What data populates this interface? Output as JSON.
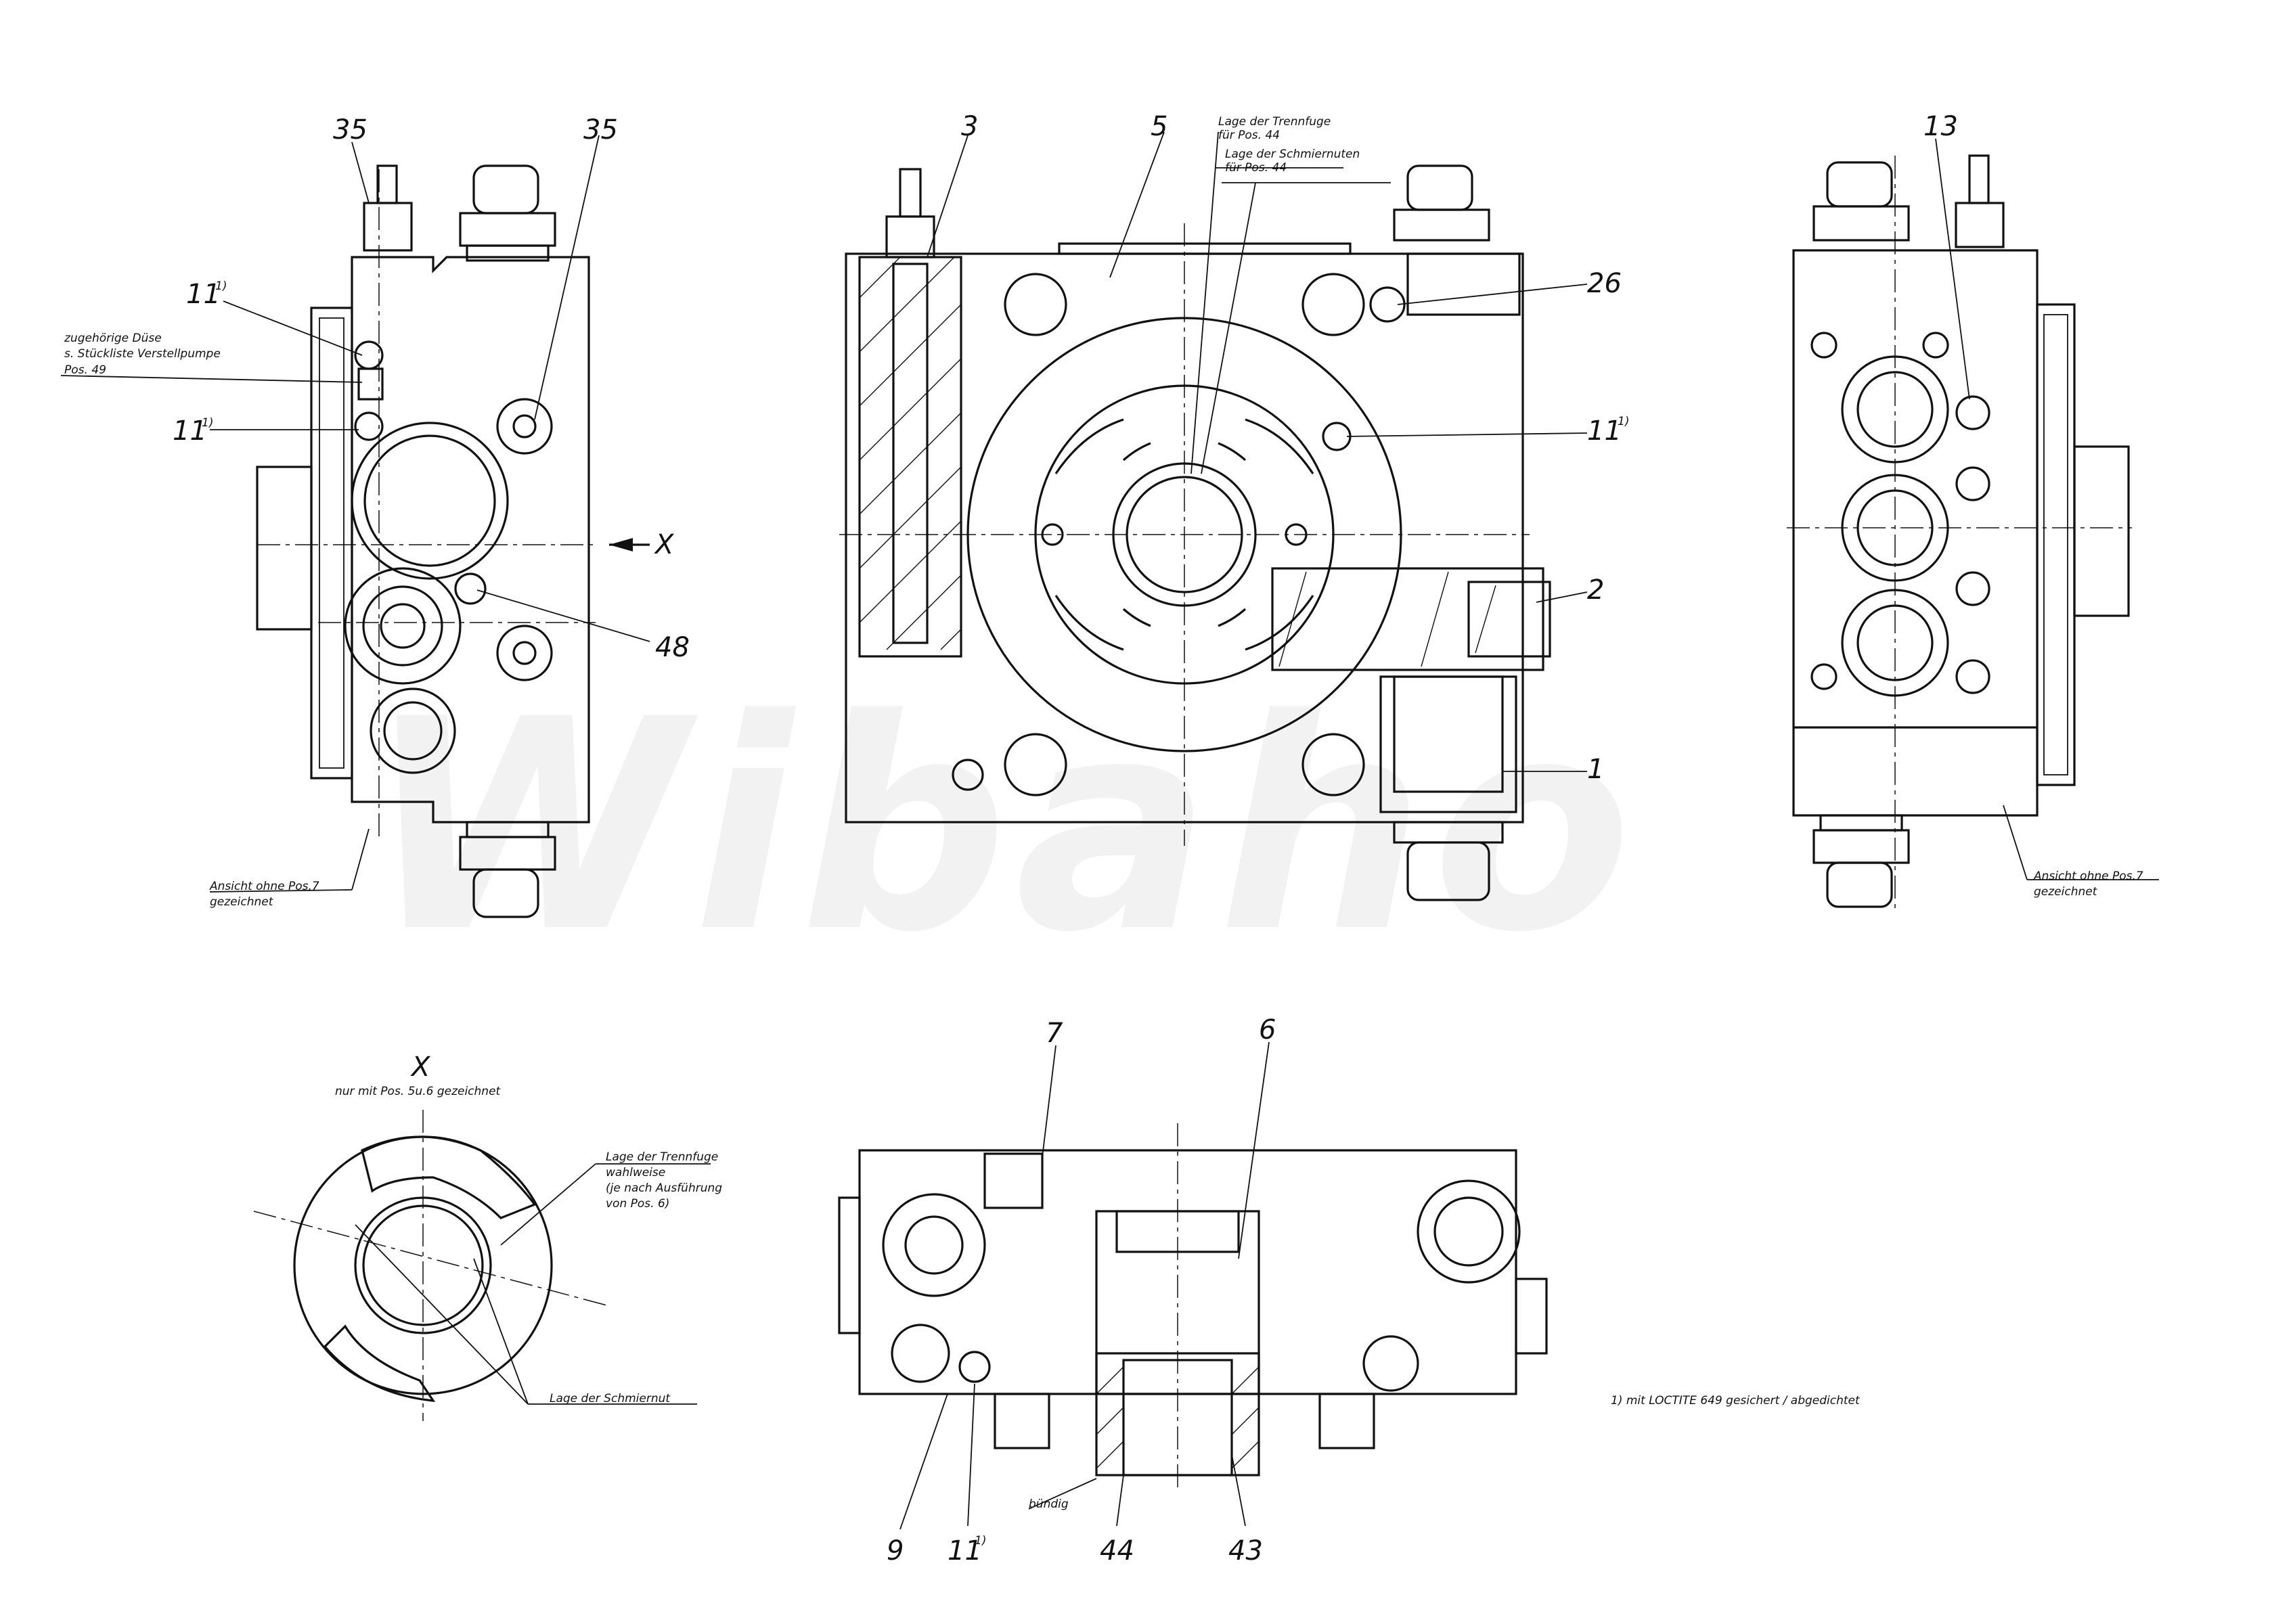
{
  "labels": {
    "pos_35_a": "35",
    "pos_35_b": "35",
    "pos_11_a": "11",
    "pos_11_b": "11",
    "pos_11_c": "11",
    "pos_11_d": "11",
    "footnote_marker": "1)",
    "pos_48": "48",
    "pos_3": "3",
    "pos_5": "5",
    "pos_26": "26",
    "pos_2": "2",
    "pos_1": "1",
    "pos_13": "13",
    "pos_7": "7",
    "pos_6": "6",
    "pos_9": "9",
    "pos_44": "44",
    "pos_43": "43",
    "view_arrow_x": "X",
    "view_title_x": "X"
  },
  "notes": {
    "nozzle_line1": "zugehörige Düse",
    "nozzle_line2": "s. Stückliste Verstellpumpe",
    "nozzle_line3": "Pos. 49",
    "view_without_7_left_line1": "Ansicht ohne Pos.7",
    "view_without_7_left_line2": "gezeichnet",
    "view_without_7_right_line1": "Ansicht ohne Pos.7",
    "view_without_7_right_line2": "gezeichnet",
    "joint_line1": "Lage der Trennfuge",
    "joint_line2": "für Pos. 44",
    "groove_line1": "Lage der Schmiernuten",
    "groove_line2": "für Pos. 44",
    "view_x_subtitle": "nur mit Pos. 5u.6 gezeichnet",
    "joint_opt_line1": "Lage der Trennfuge",
    "joint_opt_line2": "wahlweise",
    "joint_opt_line3": "(je nach Ausführung",
    "joint_opt_line4": "von Pos. 6)",
    "groove_single": "Lage der Schmiernut",
    "flush": "bündig",
    "footnote": "1) mit LOCTITE 649 gesichert / abgedichtet"
  },
  "watermark": "Wibaho",
  "colors": {
    "line": "#111111",
    "watermark": "#f2f2f2"
  }
}
